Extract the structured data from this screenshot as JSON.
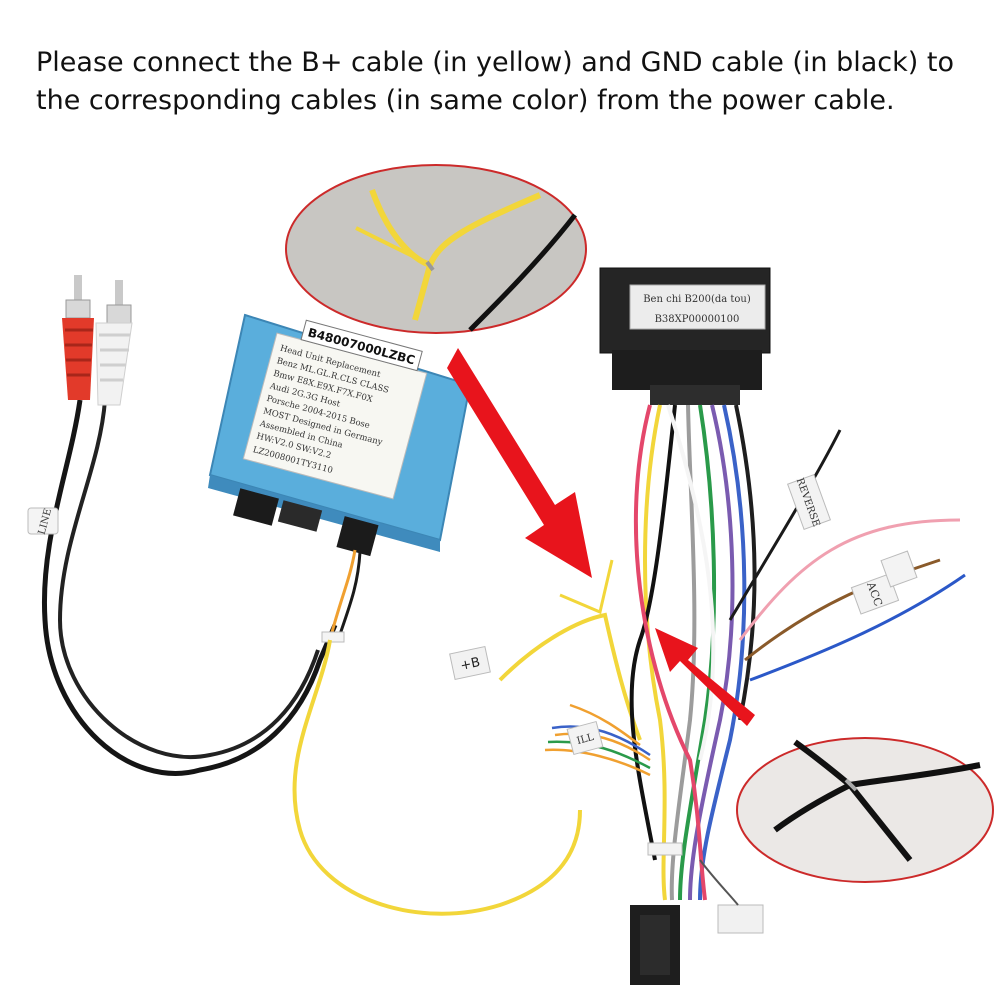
{
  "instruction": {
    "line1": "Please connect the B+ cable (in yellow) and GND cable (in black) to",
    "line2": "the corresponding cables (in same color) from the power cable."
  },
  "decoder_box": {
    "part_number": "B48007000LZBC",
    "label_lines": [
      "Head Unit Replacement",
      "Benz      ML.GL.R.CLS CLASS",
      "Bmw       E8X.E9X.F7X.F0X",
      "Audi      2G.3G Host",
      "Porsche 2004-2015 Bose",
      "MOST     Designed in Germany",
      "              Assembled in China",
      "HW:V2.0               SW:V2.2",
      "LZ2008001TY3110"
    ]
  },
  "main_connector": {
    "line1": "Ben chi B200(da tou)",
    "line2": "B38XP00000100"
  },
  "cable_tags": {
    "b_plus": "+B",
    "reverse": "REVERSE",
    "acc": "ACC",
    "ill": "ILL",
    "rca": "LINE"
  },
  "colors": {
    "decoder_box": "#5aaedc",
    "connector": "#222222",
    "b_plus_cable": "#f2d63a",
    "gnd_cable": "#111111",
    "arrow": "#e8141c",
    "callout_border": "#cc2a2a"
  }
}
